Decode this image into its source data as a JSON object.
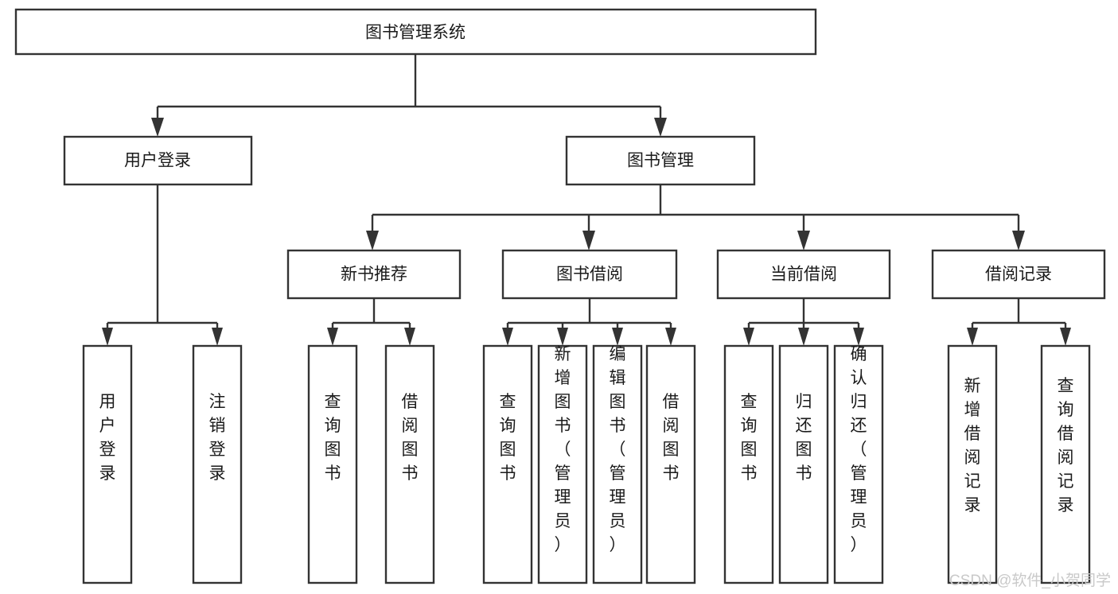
{
  "diagram": {
    "title": "图书管理系统",
    "type": "hierarchy-tree",
    "orientation": "top-down",
    "colors": {
      "box_stroke": "#333333",
      "box_fill": "#ffffff",
      "text": "#1a1a1a",
      "connector": "#333333",
      "watermark": "#c9c9c9",
      "background": "#ffffff"
    },
    "root": {
      "label": "图书管理系统",
      "orient": "horizontal"
    },
    "level2": [
      {
        "label": "用户登录",
        "orient": "horizontal"
      },
      {
        "label": "图书管理",
        "orient": "horizontal"
      }
    ],
    "level3": [
      {
        "label": "新书推荐",
        "orient": "horizontal"
      },
      {
        "label": "图书借阅",
        "orient": "horizontal"
      },
      {
        "label": "当前借阅",
        "orient": "horizontal"
      },
      {
        "label": "借阅记录",
        "orient": "horizontal"
      }
    ],
    "leaves": {
      "user_login": [
        {
          "label": "用户登录",
          "orient": "vertical"
        },
        {
          "label": "注销登录",
          "orient": "vertical"
        }
      ],
      "new_books": [
        {
          "label": "查询图书",
          "orient": "vertical"
        },
        {
          "label": "借阅图书",
          "orient": "vertical"
        }
      ],
      "book_borrow": [
        {
          "label": "查询图书",
          "orient": "vertical"
        },
        {
          "label": "新增图书（管理员）",
          "orient": "vertical"
        },
        {
          "label": "编辑图书（管理员）",
          "orient": "vertical"
        },
        {
          "label": "借阅图书",
          "orient": "vertical"
        }
      ],
      "current_borrow": [
        {
          "label": "查询图书",
          "orient": "vertical"
        },
        {
          "label": "归还图书",
          "orient": "vertical"
        },
        {
          "label": "确认归还（管理员）",
          "orient": "vertical"
        }
      ],
      "borrow_records": [
        {
          "label": "新增借阅记录",
          "orient": "vertical"
        },
        {
          "label": "查询借阅记录",
          "orient": "vertical"
        }
      ]
    },
    "watermark": "CSDN @软件_小贺同学"
  },
  "chart_data": {
    "type": "table",
    "title": "图书管理系统",
    "nodes": [
      {
        "id": "root",
        "label": "图书管理系统",
        "level": 1,
        "parent": null
      },
      {
        "id": "user-login",
        "label": "用户登录",
        "level": 2,
        "parent": "root"
      },
      {
        "id": "book-mgmt",
        "label": "图书管理",
        "level": 2,
        "parent": "root"
      },
      {
        "id": "new-book-rec",
        "label": "新书推荐",
        "level": 3,
        "parent": "book-mgmt"
      },
      {
        "id": "book-borrow",
        "label": "图书借阅",
        "level": 3,
        "parent": "book-mgmt"
      },
      {
        "id": "current-borrow",
        "label": "当前借阅",
        "level": 3,
        "parent": "book-mgmt"
      },
      {
        "id": "borrow-record",
        "label": "借阅记录",
        "level": 3,
        "parent": "book-mgmt"
      },
      {
        "id": "leaf-user-login",
        "label": "用户登录",
        "level": 4,
        "parent": "user-login"
      },
      {
        "id": "leaf-logout",
        "label": "注销登录",
        "level": 4,
        "parent": "user-login"
      },
      {
        "id": "leaf-query-book-1",
        "label": "查询图书",
        "level": 4,
        "parent": "new-book-rec"
      },
      {
        "id": "leaf-borrow-book-1",
        "label": "借阅图书",
        "level": 4,
        "parent": "new-book-rec"
      },
      {
        "id": "leaf-query-book-2",
        "label": "查询图书",
        "level": 4,
        "parent": "book-borrow"
      },
      {
        "id": "leaf-add-book",
        "label": "新增图书（管理员）",
        "level": 4,
        "parent": "book-borrow"
      },
      {
        "id": "leaf-edit-book",
        "label": "编辑图书（管理员）",
        "level": 4,
        "parent": "book-borrow"
      },
      {
        "id": "leaf-borrow-book-2",
        "label": "借阅图书",
        "level": 4,
        "parent": "book-borrow"
      },
      {
        "id": "leaf-query-book-3",
        "label": "查询图书",
        "level": 4,
        "parent": "current-borrow"
      },
      {
        "id": "leaf-return-book",
        "label": "归还图书",
        "level": 4,
        "parent": "current-borrow"
      },
      {
        "id": "leaf-confirm-return",
        "label": "确认归还（管理员）",
        "level": 4,
        "parent": "current-borrow"
      },
      {
        "id": "leaf-add-record",
        "label": "新增借阅记录",
        "level": 4,
        "parent": "borrow-record"
      },
      {
        "id": "leaf-query-record",
        "label": "查询借阅记录",
        "level": 4,
        "parent": "borrow-record"
      }
    ]
  }
}
